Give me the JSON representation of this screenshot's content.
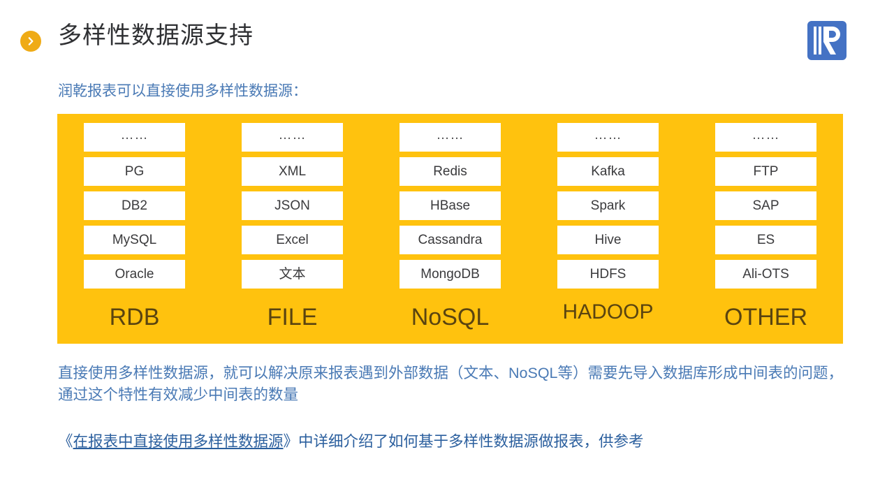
{
  "header": {
    "title": "多样性数据源支持",
    "bullet_icon": "chevron-right-circle-icon",
    "bullet_color": "#efab16",
    "logo_name": "runqian-r-logo",
    "logo_color": "#4472c4"
  },
  "subtitle": "润乾报表可以直接使用多样性数据源：",
  "panel": {
    "background_color": "#ffc20e",
    "cell_background": "#ffffff",
    "cell_text_color": "#3a3a3c",
    "label_color": "#5a4410",
    "columns": [
      {
        "label": "RDB",
        "label_size": "large",
        "cells": [
          "……",
          "PG",
          "DB2",
          "MySQL",
          "Oracle"
        ]
      },
      {
        "label": "FILE",
        "label_size": "large",
        "cells": [
          "……",
          "XML",
          "JSON",
          "Excel",
          "文本"
        ]
      },
      {
        "label": "NoSQL",
        "label_size": "large",
        "cells": [
          "……",
          "Redis",
          "HBase",
          "Cassandra",
          "MongoDB"
        ]
      },
      {
        "label": "HADOOP",
        "label_size": "small",
        "cells": [
          "……",
          "Kafka",
          "Spark",
          "Hive",
          "HDFS"
        ]
      },
      {
        "label": "OTHER",
        "label_size": "large",
        "cells": [
          "……",
          "FTP",
          "SAP",
          "ES",
          "Ali-OTS"
        ]
      }
    ]
  },
  "body": {
    "paragraph": "直接使用多样性数据源，就可以解决原来报表遇到外部数据（文本、NoSQL等）需要先导入数据库形成中间表的问题，通过这个特性有效减少中间表的数量",
    "link_prefix": "《",
    "link_text": "在报表中直接使用多样性数据源",
    "link_suffix": "》中详细介绍了如何基于多样性数据源做报表，供参考"
  }
}
